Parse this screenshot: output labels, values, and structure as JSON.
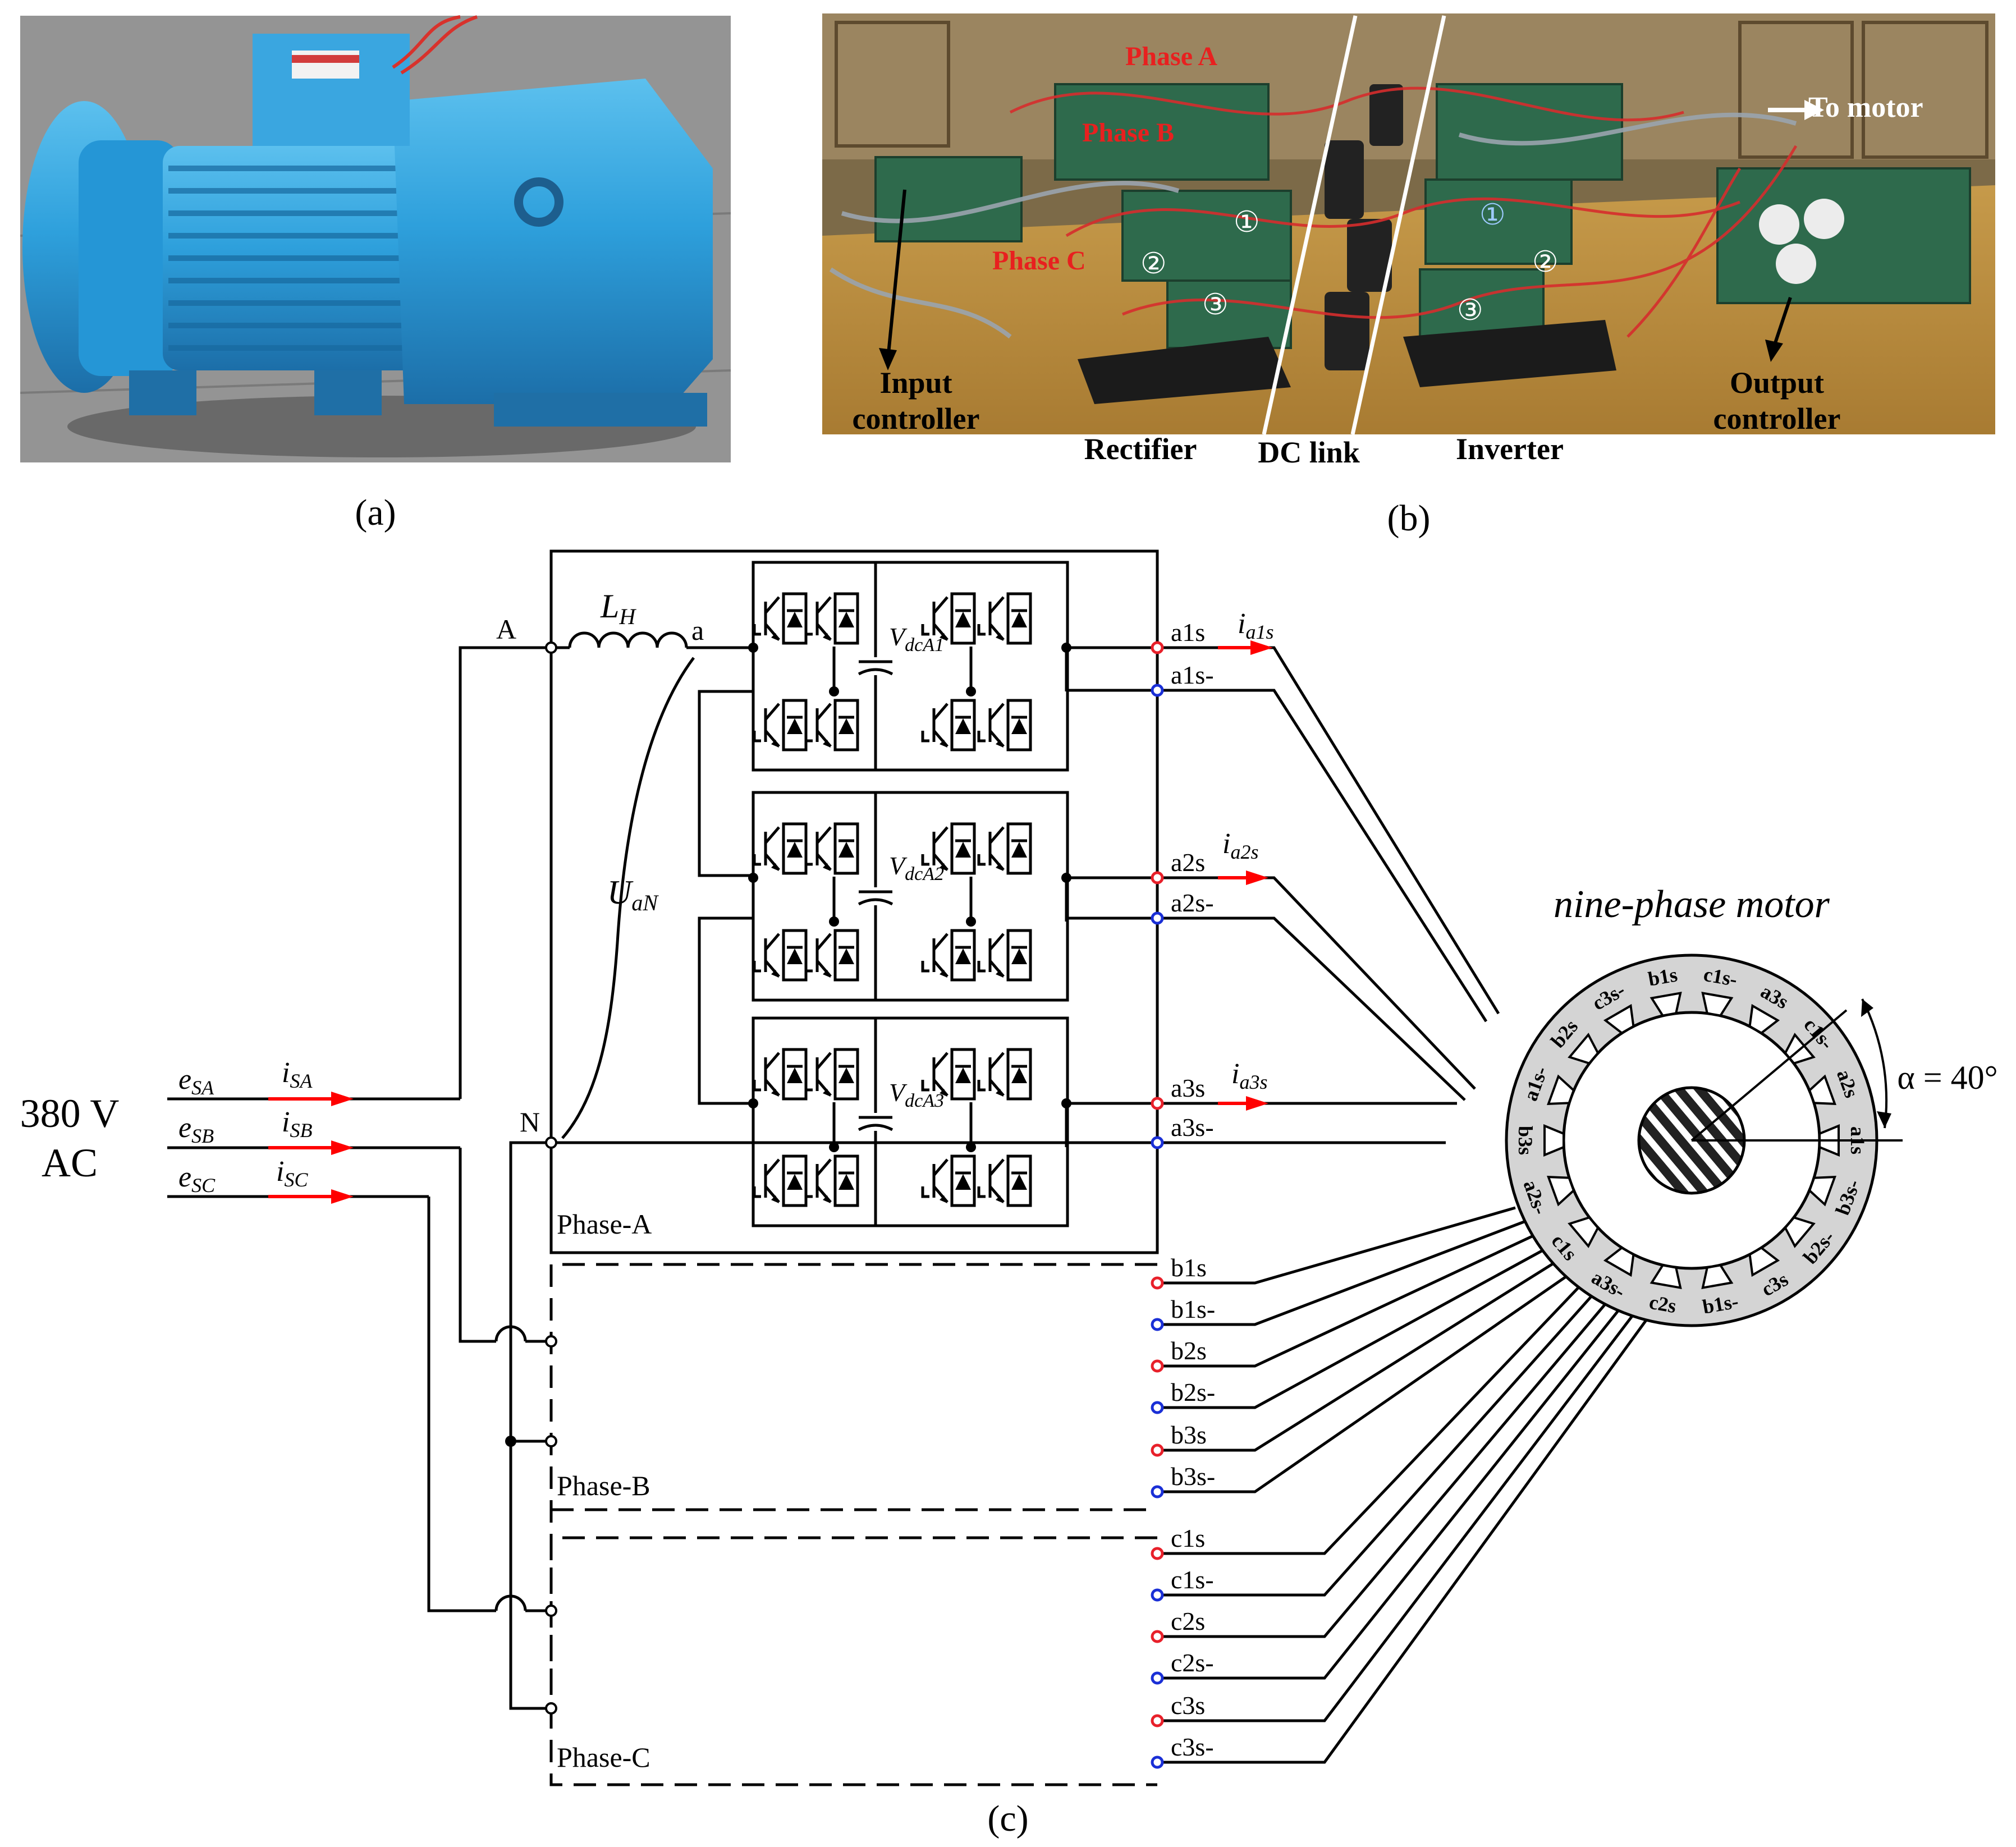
{
  "panels": {
    "a": {
      "label": "(a)"
    },
    "b": {
      "label": "(b)",
      "phase_a": "Phase A",
      "phase_b": "Phase B",
      "phase_c": "Phase C",
      "to_motor": "To motor",
      "input_controller_1": "Input",
      "input_controller_2": "controller",
      "output_controller_1": "Output",
      "output_controller_2": "controller",
      "rectifier": "Rectifier",
      "dc_link": "DC link",
      "inverter": "Inverter",
      "marker_1": "①",
      "marker_2": "②",
      "marker_3": "③"
    },
    "c": {
      "label": "(c)"
    }
  },
  "source": {
    "voltage_1": "380 V",
    "voltage_2": "AC",
    "e": [
      "e",
      "e",
      "e"
    ],
    "e_sub": [
      "SA",
      "SB",
      "SC"
    ],
    "i": [
      "i",
      "i",
      "i"
    ],
    "i_sub": [
      "SA",
      "SB",
      "SC"
    ]
  },
  "circuit": {
    "node_A": "A",
    "node_N": "N",
    "node_a": "a",
    "inductor": "L",
    "inductor_sub": "H",
    "voltage_U": "U",
    "voltage_U_sub": "aN",
    "vdc": [
      "V",
      "V",
      "V"
    ],
    "vdc_sub": [
      "dcA1",
      "dcA2",
      "dcA3"
    ],
    "phase_a_label": "Phase-A",
    "phase_b_label": "Phase-B",
    "phase_c_label": "Phase-C",
    "out_currents": [
      {
        "i": "i",
        "sub": "a1s"
      },
      {
        "i": "i",
        "sub": "a2s"
      },
      {
        "i": "i",
        "sub": "a3s"
      }
    ],
    "terminals_a": [
      "a1s",
      "a1s-",
      "a2s",
      "a2s-",
      "a3s",
      "a3s-"
    ],
    "terminals_b": [
      "b1s",
      "b1s-",
      "b2s",
      "b2s-",
      "b3s",
      "b3s-"
    ],
    "terminals_c": [
      "c1s",
      "c1s-",
      "c2s",
      "c2s-",
      "c3s",
      "c3s-"
    ]
  },
  "motor": {
    "title": "nine-phase motor",
    "angle": "α = 40°",
    "slots": [
      "a1s",
      "a2s",
      "c1s-",
      "a3s",
      "c1s-",
      "b1s",
      "c3s-",
      "b2s",
      "a1s-",
      "b3s",
      "a2s-",
      "c1s",
      "a3s-",
      "c2s",
      "b1s-",
      "c3s",
      "b2s-",
      "b3s-"
    ]
  },
  "colors": {
    "positive_terminal": "#e8202a",
    "negative_terminal": "#1a2fd6",
    "current_arrow": "#ff0000",
    "motor_fill": "#d4d4d4",
    "photo_text": "#e8201f"
  }
}
